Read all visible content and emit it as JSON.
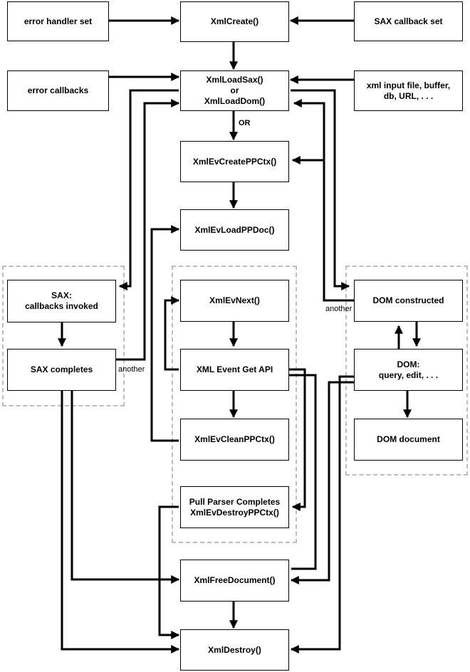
{
  "nodes": {
    "error_handler_set": "error handler set",
    "xml_create": "XmlCreate()",
    "sax_callback_set": "SAX callback set",
    "error_callbacks": "error callbacks",
    "xml_load": "XmlLoadSax()\nor\nXmlLoadDom()",
    "xml_input": "xml input file, buffer,\ndb, URL, . . .",
    "ev_create_ppctx": "XmlEvCreatePPCtx()",
    "ev_load_ppdoc": "XmlEvLoadPPDoc()",
    "sax_callbacks": "SAX:\ncallbacks invoked",
    "ev_next": "XmlEvNext()",
    "dom_constructed": "DOM constructed",
    "sax_completes": "SAX completes",
    "event_get_api": "XML Event Get API",
    "dom_query": "DOM:\nquery, edit, . . .",
    "ev_clean_ppctx": "XmlEvCleanPPCtx()",
    "dom_document": "DOM document",
    "pull_parser_completes": "Pull Parser Completes\nXmlEvDestroyPPCtx()",
    "xml_free_document": "XmlFreeDocument()",
    "xml_destroy": "XmlDestroy()"
  },
  "labels": {
    "or": "OR",
    "another_left": "another",
    "another_right": "another"
  }
}
